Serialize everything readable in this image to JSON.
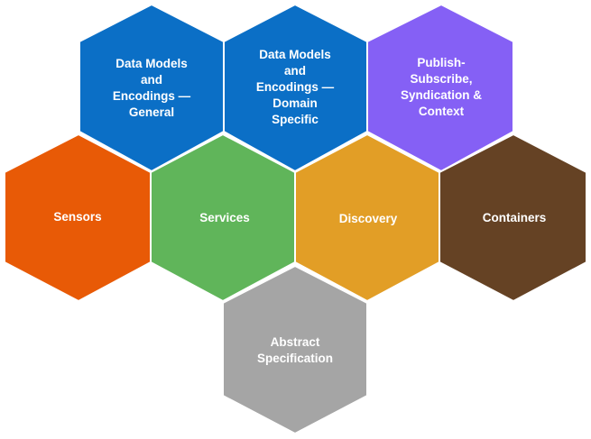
{
  "hexagons": [
    {
      "id": "data-models-general",
      "label": "Data Models\nand\nEncodings —\nGeneral",
      "color": "#0b6fc6"
    },
    {
      "id": "data-models-domain",
      "label": "Data Models\nand\nEncodings —\nDomain\nSpecific",
      "color": "#0b6fc6"
    },
    {
      "id": "publish-subscribe",
      "label": "Publish-\nSubscribe,\nSyndication &\nContext",
      "color": "#8560f5"
    },
    {
      "id": "sensors",
      "label": "Sensors",
      "color": "#e85a06"
    },
    {
      "id": "services",
      "label": "Services",
      "color": "#60b55a"
    },
    {
      "id": "discovery",
      "label": "Discovery",
      "color": "#e29e26"
    },
    {
      "id": "containers",
      "label": "Containers",
      "color": "#654224"
    },
    {
      "id": "abstract-specification",
      "label": "Abstract\nSpecification",
      "color": "#a5a5a5"
    }
  ]
}
